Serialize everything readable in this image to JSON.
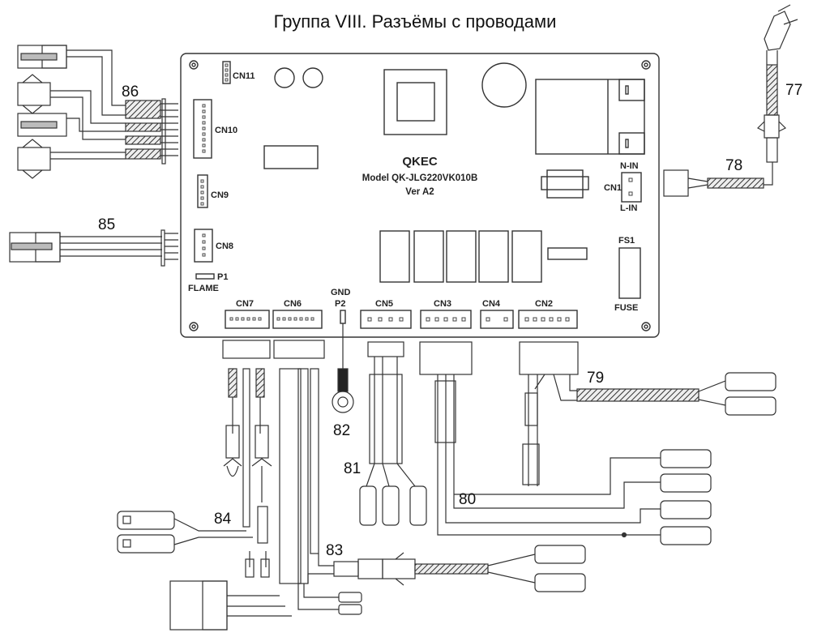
{
  "title": "Группа VIII. Разъёмы с проводами",
  "board": {
    "brand": "QKEC",
    "model": "Model QK-JLG220VK010B",
    "version": "Ver A2",
    "connectors": {
      "cn11": "CN11",
      "cn10": "CN10",
      "cn9": "CN9",
      "cn8": "CN8",
      "p1": "P1",
      "flame": "FLAME",
      "cn7": "CN7",
      "cn6": "CN6",
      "gnd": "GND",
      "p2": "P2",
      "cn5": "CN5",
      "cn3": "CN3",
      "cn4": "CN4",
      "cn2": "CN2",
      "cn1": "CN1",
      "n_in": "N-IN",
      "l_in": "L-IN",
      "fs1": "FS1",
      "fuse": "FUSE"
    }
  },
  "parts": {
    "p77": "77",
    "p78": "78",
    "p79": "79",
    "p80": "80",
    "p81": "81",
    "p82": "82",
    "p83": "83",
    "p84": "84",
    "p85": "85",
    "p86": "86"
  }
}
